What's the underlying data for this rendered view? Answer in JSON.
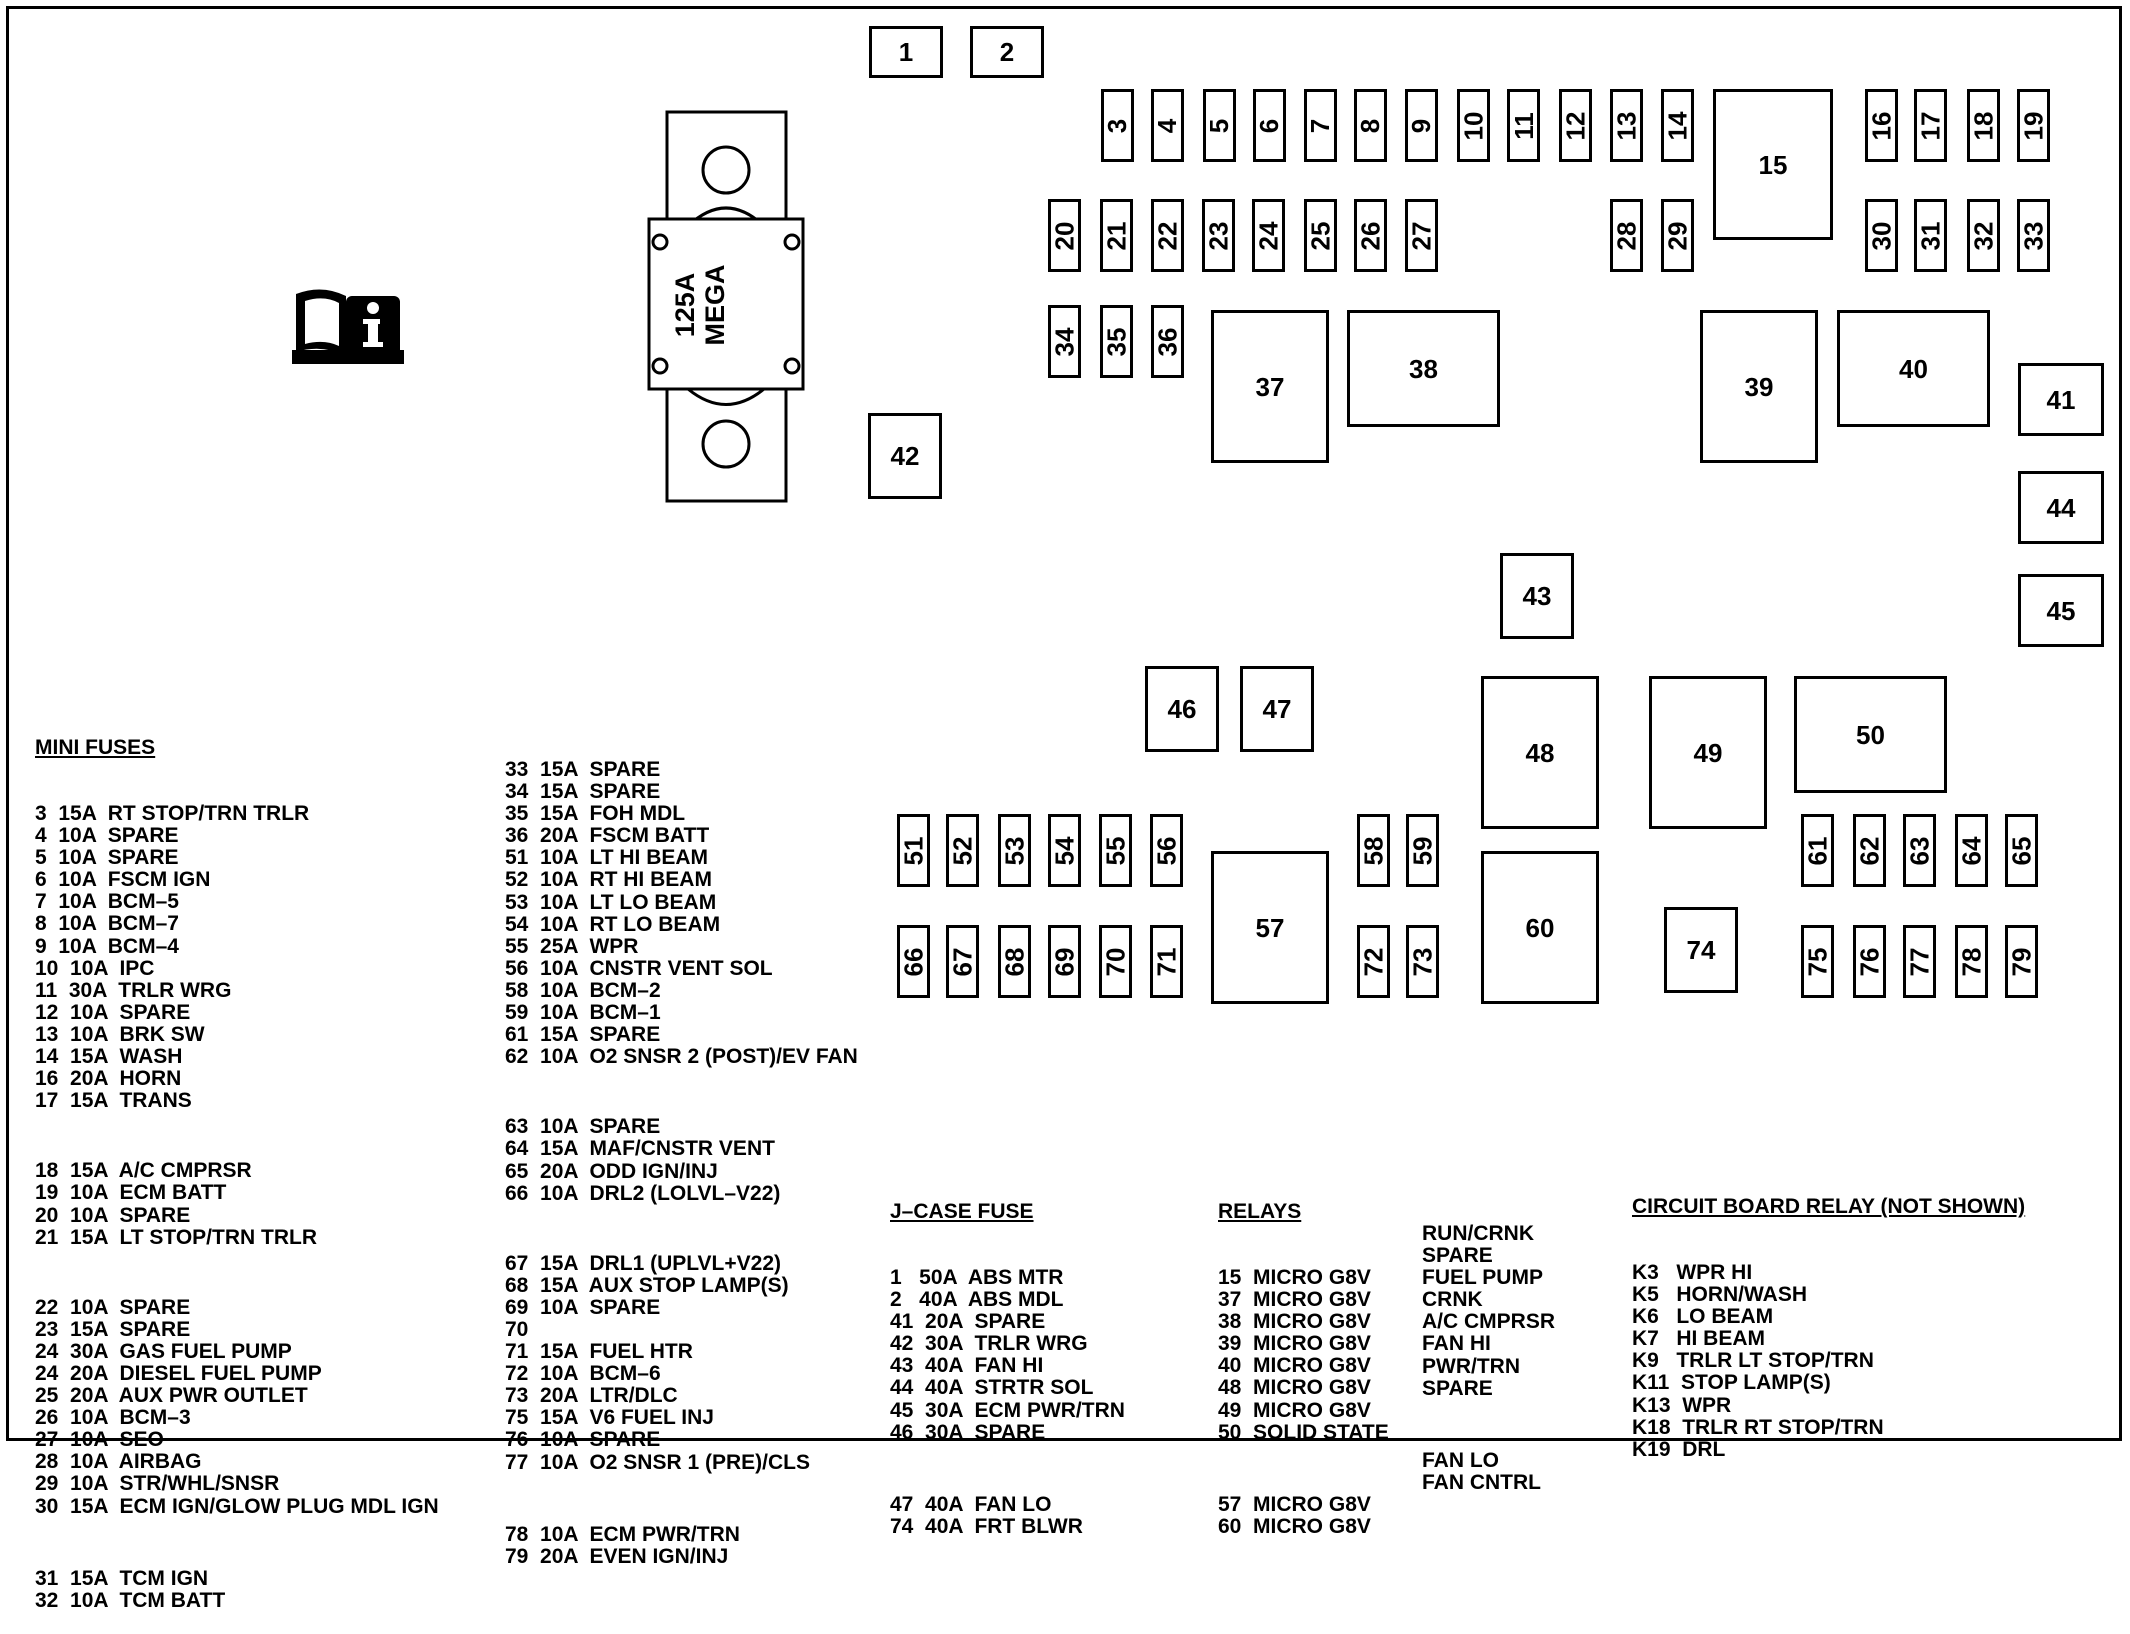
{
  "mega_fuse": {
    "rating": "125A",
    "name": "MEGA"
  },
  "fuse_boxes": [
    {
      "label": "1"
    },
    {
      "label": "2"
    },
    {
      "label": "3"
    },
    {
      "label": "4"
    },
    {
      "label": "5"
    },
    {
      "label": "6"
    },
    {
      "label": "7"
    },
    {
      "label": "8"
    },
    {
      "label": "9"
    },
    {
      "label": "10"
    },
    {
      "label": "11"
    },
    {
      "label": "12"
    },
    {
      "label": "13"
    },
    {
      "label": "14"
    },
    {
      "label": "15"
    },
    {
      "label": "16"
    },
    {
      "label": "17"
    },
    {
      "label": "18"
    },
    {
      "label": "19"
    },
    {
      "label": "20"
    },
    {
      "label": "21"
    },
    {
      "label": "22"
    },
    {
      "label": "23"
    },
    {
      "label": "24"
    },
    {
      "label": "25"
    },
    {
      "label": "26"
    },
    {
      "label": "27"
    },
    {
      "label": "28"
    },
    {
      "label": "29"
    },
    {
      "label": "30"
    },
    {
      "label": "31"
    },
    {
      "label": "32"
    },
    {
      "label": "33"
    },
    {
      "label": "34"
    },
    {
      "label": "35"
    },
    {
      "label": "36"
    },
    {
      "label": "37"
    },
    {
      "label": "38"
    },
    {
      "label": "39"
    },
    {
      "label": "40"
    },
    {
      "label": "41"
    },
    {
      "label": "42"
    },
    {
      "label": "43"
    },
    {
      "label": "44"
    },
    {
      "label": "45"
    },
    {
      "label": "46"
    },
    {
      "label": "47"
    },
    {
      "label": "48"
    },
    {
      "label": "49"
    },
    {
      "label": "50"
    },
    {
      "label": "51"
    },
    {
      "label": "52"
    },
    {
      "label": "53"
    },
    {
      "label": "54"
    },
    {
      "label": "55"
    },
    {
      "label": "56"
    },
    {
      "label": "57"
    },
    {
      "label": "58"
    },
    {
      "label": "59"
    },
    {
      "label": "60"
    },
    {
      "label": "61"
    },
    {
      "label": "62"
    },
    {
      "label": "63"
    },
    {
      "label": "64"
    },
    {
      "label": "65"
    },
    {
      "label": "66"
    },
    {
      "label": "67"
    },
    {
      "label": "68"
    },
    {
      "label": "69"
    },
    {
      "label": "70"
    },
    {
      "label": "71"
    },
    {
      "label": "72"
    },
    {
      "label": "73"
    },
    {
      "label": "74"
    },
    {
      "label": "75"
    },
    {
      "label": "76"
    },
    {
      "label": "77"
    },
    {
      "label": "78"
    },
    {
      "label": "79"
    }
  ],
  "icon": "owner-manual-info-icon",
  "legends": {
    "mini_fuses": {
      "heading": "MINI FUSES",
      "rows_a": [
        "3  15A  RT STOP/TRN TRLR",
        "4  10A  SPARE",
        "5  10A  SPARE",
        "6  10A  FSCM IGN",
        "7  10A  BCM–5",
        "8  10A  BCM–7",
        "9  10A  BCM–4",
        "10  10A  IPC",
        "11  30A  TRLR WRG",
        "12  10A  SPARE",
        "13  10A  BRK SW",
        "14  15A  WASH",
        "16  20A  HORN",
        "17  15A  TRANS"
      ],
      "rows_b": [
        "18  15A  A/C CMPRSR",
        "19  10A  ECM BATT",
        "20  10A  SPARE",
        "21  15A  LT STOP/TRN TRLR"
      ],
      "rows_c": [
        "22  10A  SPARE",
        "23  15A  SPARE",
        "24  30A  GAS FUEL PUMP",
        "24  20A  DIESEL FUEL PUMP",
        "25  20A  AUX PWR OUTLET",
        "26  10A  BCM–3",
        "27  10A  SEO",
        "28  10A  AIRBAG",
        "29  10A  STR/WHL/SNSR",
        "30  15A  ECM IGN/GLOW PLUG MDL IGN"
      ],
      "rows_d": [
        "31  15A  TCM IGN",
        "32  10A  TCM BATT"
      ]
    },
    "mini_fuses_2": {
      "rows_a": [
        "33  15A  SPARE",
        "34  15A  SPARE",
        "35  15A  FOH MDL",
        "36  20A  FSCM BATT",
        "51  10A  LT HI BEAM",
        "52  10A  RT HI BEAM",
        "53  10A  LT LO BEAM",
        "54  10A  RT LO BEAM",
        "55  25A  WPR",
        "56  10A  CNSTR VENT SOL",
        "58  10A  BCM–2",
        "59  10A  BCM–1",
        "61  15A  SPARE",
        "62  10A  O2 SNSR 2 (POST)/EV FAN"
      ],
      "rows_b": [
        "63  10A  SPARE",
        "64  15A  MAF/CNSTR VENT",
        "65  20A  ODD IGN/INJ",
        "66  10A  DRL2 (LOLVL–V22)"
      ],
      "rows_c": [
        "67  15A  DRL1 (UPLVL+V22)",
        "68  15A  AUX STOP LAMP(S)",
        "69  10A  SPARE",
        "70",
        "71  15A  FUEL HTR",
        "72  10A  BCM–6",
        "73  20A  LTR/DLC",
        "75  15A  V6 FUEL INJ",
        "76  10A  SPARE",
        "77  10A  O2 SNSR 1 (PRE)/CLS"
      ],
      "rows_d": [
        "78  10A  ECM PWR/TRN",
        "79  20A  EVEN IGN/INJ"
      ]
    },
    "j_case": {
      "heading": "J–CASE FUSE",
      "rows_a": [
        "1   50A  ABS MTR",
        "2   40A  ABS MDL",
        "41  20A  SPARE",
        "42  30A  TRLR WRG",
        "43  40A  FAN HI",
        "44  40A  STRTR SOL",
        "45  30A  ECM PWR/TRN",
        "46  30A  SPARE"
      ],
      "rows_b": [
        "47  40A  FAN LO",
        "74  40A  FRT BLWR"
      ]
    },
    "relays": {
      "heading": "RELAYS",
      "rows_a": [
        "15  MICRO G8V",
        "37  MICRO G8V",
        "38  MICRO G8V",
        "39  MICRO G8V",
        "40  MICRO G8V",
        "48  MICRO G8V",
        "49  MICRO G8V",
        "50  SOLID STATE"
      ],
      "rows_b": [
        "57  MICRO G8V",
        "60  MICRO G8V"
      ],
      "func_a": [
        "RUN/CRNK",
        "SPARE",
        "FUEL PUMP",
        "CRNK",
        "A/C CMPRSR",
        "FAN HI",
        "PWR/TRN",
        "SPARE"
      ],
      "func_b": [
        "FAN LO",
        "FAN CNTRL"
      ]
    },
    "circuit_board": {
      "heading": "CIRCUIT BOARD RELAY (NOT SHOWN)",
      "rows": [
        "K3   WPR HI",
        "K5   HORN/WASH",
        "K6   LO BEAM",
        "K7   HI BEAM",
        "K9   TRLR LT STOP/TRN",
        "K11  STOP LAMP(S)",
        "K13  WPR",
        "K18  TRLR RT STOP/TRN",
        "K19  DRL"
      ]
    }
  }
}
